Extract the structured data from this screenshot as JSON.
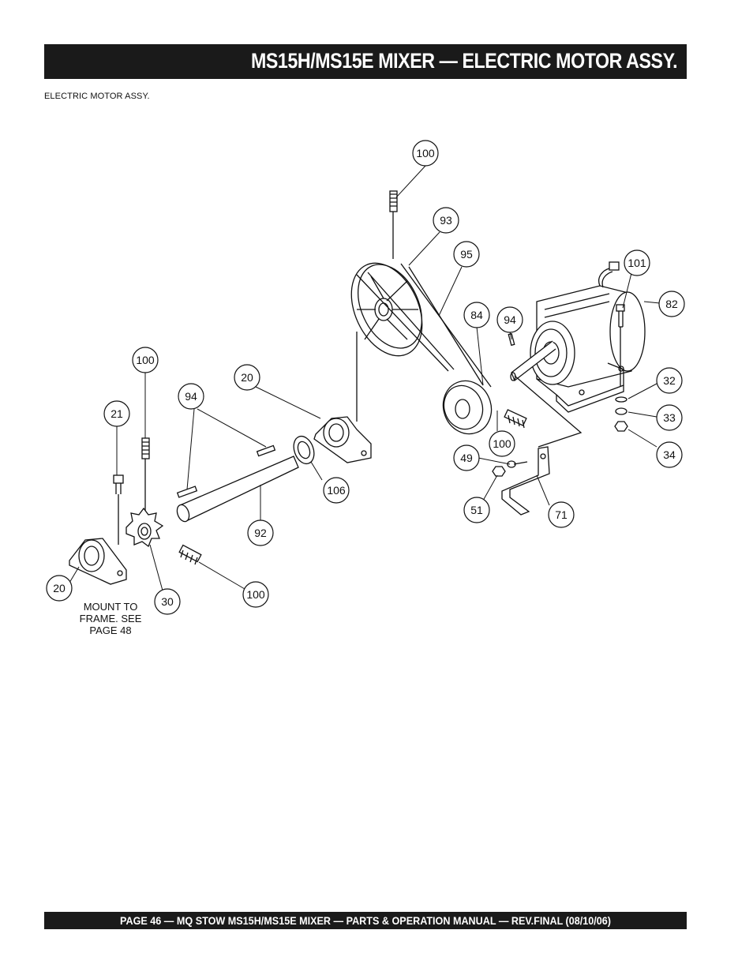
{
  "header": {
    "title": "MS15H/MS15E  MIXER — ELECTRIC MOTOR  ASSY."
  },
  "subtitle": "ELECTRIC MOTOR  ASSY.",
  "diagram": {
    "callouts": [
      "100",
      "93",
      "95",
      "101",
      "82",
      "84",
      "94",
      "32",
      "33",
      "34",
      "100",
      "49",
      "71",
      "51",
      "100",
      "20",
      "94",
      "21",
      "106",
      "92",
      "100",
      "20",
      "30"
    ],
    "note": [
      "MOUNT TO",
      "FRAME. SEE",
      "PAGE 48"
    ]
  },
  "footer": {
    "text": "PAGE 46 — MQ STOW MS15H/MS15E  MIXER — PARTS & OPERATION MANUAL — REV.FINAL (08/10/06)"
  }
}
